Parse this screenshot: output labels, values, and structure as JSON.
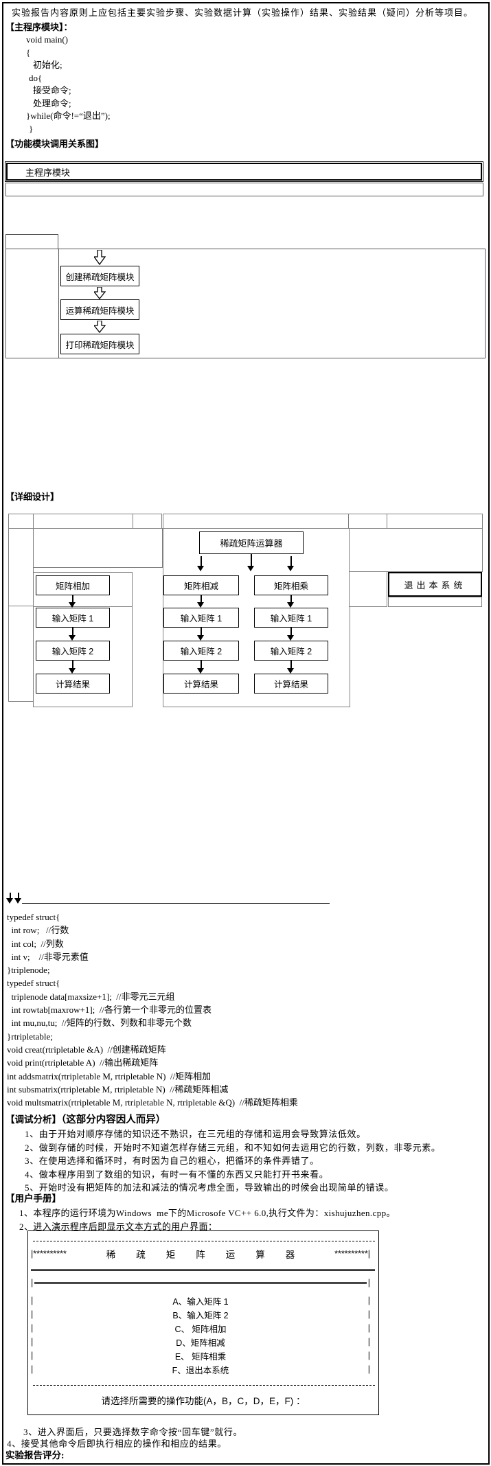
{
  "colors": {
    "ink": "#000000",
    "table_line": "#7f7f7f",
    "background": "#ffffff"
  },
  "intro": "实验报告内容原则上应包括主要实验步骤、实验数据计算（实验操作）结果、实验结果（疑问）分析等项目。",
  "main_module": {
    "heading": "【主程序模块】：",
    "code_lines": [
      "void main()",
      "{",
      "初始化;",
      "do{",
      "接受命令;",
      "处理命令;",
      "}while(命令!=“退出”);",
      "}"
    ]
  },
  "call_graph": {
    "heading": "【功能模块调用关系图】",
    "root": "主程序模块",
    "modules": [
      "创建稀疏矩阵模块",
      "运算稀疏矩阵模块",
      "打印稀疏矩阵模块"
    ]
  },
  "detail_design": {
    "heading": "【详细设计】",
    "root": "稀疏矩阵运算器",
    "columns": [
      {
        "title": "矩阵相加",
        "steps": [
          "输入矩阵 1",
          "输入矩阵 2",
          "计算结果"
        ]
      },
      {
        "title": "矩阵相减",
        "steps": [
          "输入矩阵 1",
          "输入矩阵 2",
          "计算结果"
        ]
      },
      {
        "title": "矩阵相乘",
        "steps": [
          "输入矩阵 1",
          "输入矩阵 2",
          "计算结果"
        ]
      }
    ],
    "exit_label": "退出本系统"
  },
  "declarations": {
    "code_lines": [
      "typedef struct{",
      "  int row;   //行数",
      "  int col;  //列数",
      "  int v;    //非零元素值",
      "}triplenode;",
      "typedef struct{",
      "  triplenode data[maxsize+1];  //非零元三元组",
      "  int rowtab[maxrow+1];  //各行第一个非零元的位置表",
      "  int mu,nu,tu;  //矩阵的行数、列数和非零元个数",
      "}rtripletable;",
      "void creat(rtripletable &A)  //创建稀疏矩阵",
      "void print(rtripletable A)  //输出稀疏矩阵",
      "int addsmatrix(rtripletable M, rtripletable N)  //矩阵相加",
      "int subsmatrix(rtripletable M, rtripletable N)  //稀疏矩阵相减",
      "void multsmatrix(rtripletable M, rtripletable N, rtripletable &Q)  //稀疏矩阵相乘"
    ]
  },
  "debug_analysis": {
    "heading": "【调试分析】",
    "note": "（这部分内容因人而异）",
    "items": [
      "1、由于开始对顺序存储的知识还不熟识，在三元组的存储和运用会导致算法低效。",
      "2、做到存储的时候，开始时不知道怎样存储三元组，和不知如何去运用它的行数，列数，非零元素。",
      "3、在使用选择和循环时，有时因为自己的粗心，把循环的条件弄错了。",
      "4、做本程序用到了数组的知识，有时一有不懂的东西又只能打开书来看。",
      "5、开始时没有把矩阵的加法和减法的情况考虑全面，导致输出的时候会出现简单的错误。"
    ]
  },
  "user_manual": {
    "heading": "【用户手册】",
    "items": [
      "1、本程序的运行环境为Windows  me下的Microsofe VC++ 6.0,执行文件为：xishujuzhen.cpp。",
      "2、进入演示程序后即显示文本方式的用户界面："
    ],
    "console": {
      "pipe": "|",
      "title_left": "|**********",
      "title_text": "稀疏矩阵运算器",
      "title_right": "**********|",
      "menu": [
        "A、输入矩阵 1",
        "B、输入矩阵 2",
        "C、 矩阵相加",
        "D、矩阵相减",
        "E、 矩阵相乘",
        "F、退出本系统"
      ],
      "prompt": "请选择所需要的操作功能(A，B，C，D，E，F) ："
    },
    "post_items": [
      "3、进入界面后，只要选择数字命令按“回车键”就行。",
      "4、接受其他命令后即执行相应的操作和相应的结果。"
    ]
  },
  "footer": {
    "score_label": "实验报告评分:"
  }
}
